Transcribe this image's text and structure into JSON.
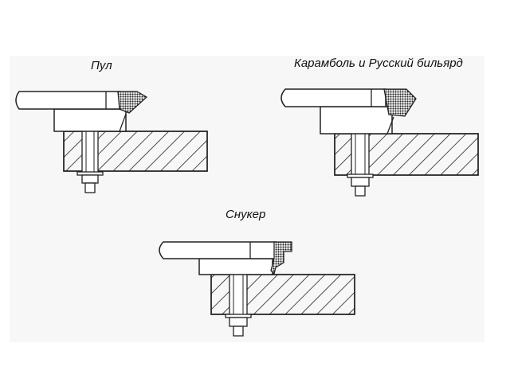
{
  "labels": {
    "pool": "Пул",
    "carom_russian": "Карамболь и Русский бильярд",
    "snooker": "Снукер"
  },
  "colors": {
    "line": "#222222",
    "background": "#ffffff",
    "panel": "#f7f7f7",
    "cushion_fill": "#333333"
  }
}
